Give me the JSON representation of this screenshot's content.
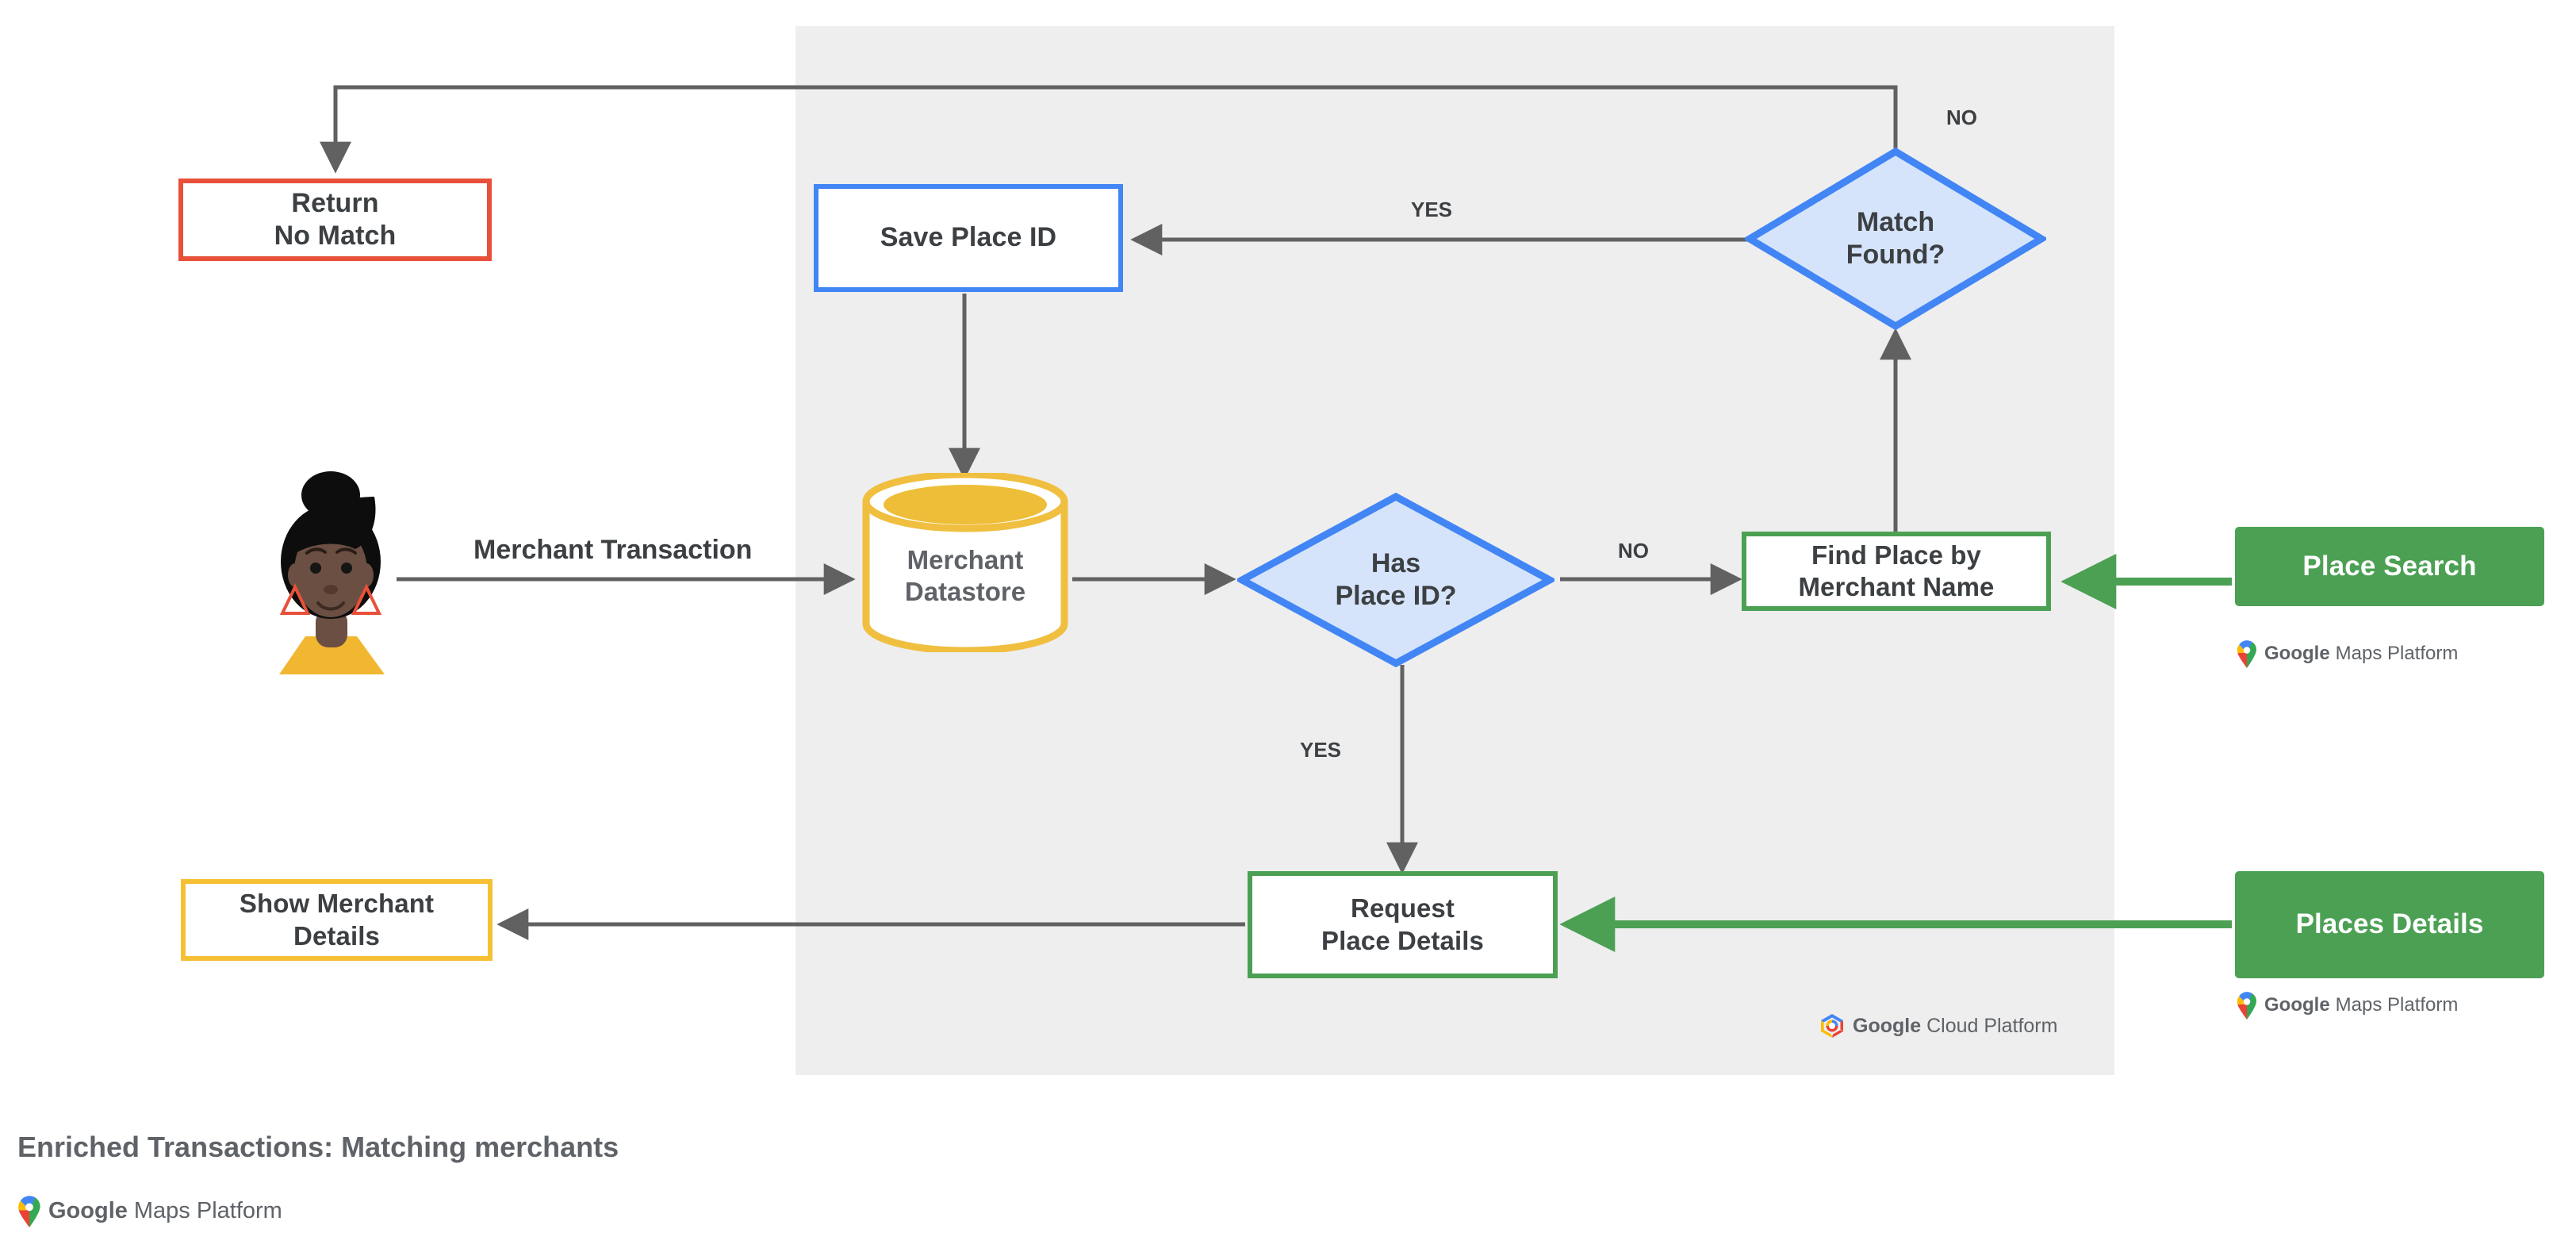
{
  "diagram": {
    "caption": "Enriched Transactions: Matching merchants",
    "panel_label": "google-cloud-platform-region"
  },
  "nodes": {
    "return_no_match": {
      "line1": "Return",
      "line2": "No Match",
      "color": "#e8503a"
    },
    "save_place_id": {
      "line1": "Save Place ID",
      "line2": "",
      "color": "#4285f4"
    },
    "match_found": {
      "line1": "Match",
      "line2": "Found?",
      "color": "#4285f4"
    },
    "merchant_datastore": {
      "line1": "Merchant",
      "line2": "Datastore",
      "color": "#f5c033"
    },
    "has_place_id": {
      "line1": "Has",
      "line2": "Place ID?",
      "color": "#4285f4"
    },
    "find_place": {
      "line1": "Find Place by",
      "line2": "Merchant Name",
      "color": "#4ca054"
    },
    "place_search": {
      "line1": "Place Search",
      "line2": "",
      "color": "#4ca054"
    },
    "show_merchant": {
      "line1": "Show Merchant",
      "line2": "Details",
      "color": "#f5c033"
    },
    "request_place_details": {
      "line1": "Request",
      "line2": "Place Details",
      "color": "#4ca054"
    },
    "places_details": {
      "line1": "Places Details",
      "line2": "",
      "color": "#4ca054"
    }
  },
  "edge_labels": {
    "merchant_transaction": "Merchant Transaction",
    "match_yes": "YES",
    "match_no": "NO",
    "has_place_id_no": "NO",
    "has_place_id_yes": "YES"
  },
  "logos": {
    "maps_platform": {
      "brand": "Google",
      "product": "Maps Platform"
    },
    "cloud_platform": {
      "brand": "Google",
      "product": "Cloud Platform"
    }
  },
  "colors": {
    "panel_bg": "#eeeeee",
    "connector": "#616161",
    "green": "#4ca054",
    "blue": "#4285f4",
    "blue_fill": "#d6e4fb",
    "yellow": "#f5c033",
    "red": "#e8503a",
    "text": "#3c4043"
  }
}
